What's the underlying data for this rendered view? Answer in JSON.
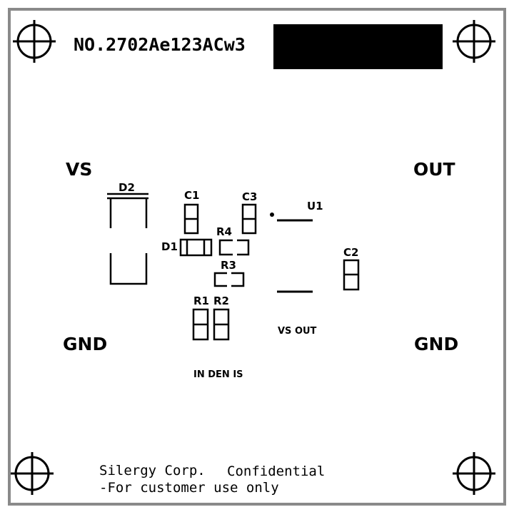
{
  "board": {
    "part_number": "NO.2702Ae123ACw3",
    "terminals": {
      "vs": "VS",
      "out": "OUT",
      "gnd_left": "GND",
      "gnd_right": "GND"
    },
    "components": {
      "d1": "D1",
      "d2": "D2",
      "c1": "C1",
      "c2": "C2",
      "c3": "C3",
      "r1": "R1",
      "r2": "R2",
      "r3": "R3",
      "r4": "R4",
      "u1": "U1"
    },
    "pin_labels": {
      "vs_out": "VS OUT",
      "in_den_is": "IN DEN IS"
    },
    "footer": {
      "company": "Silergy Corp.",
      "confidential": "Confidential",
      "notice": "-For customer use only"
    }
  }
}
